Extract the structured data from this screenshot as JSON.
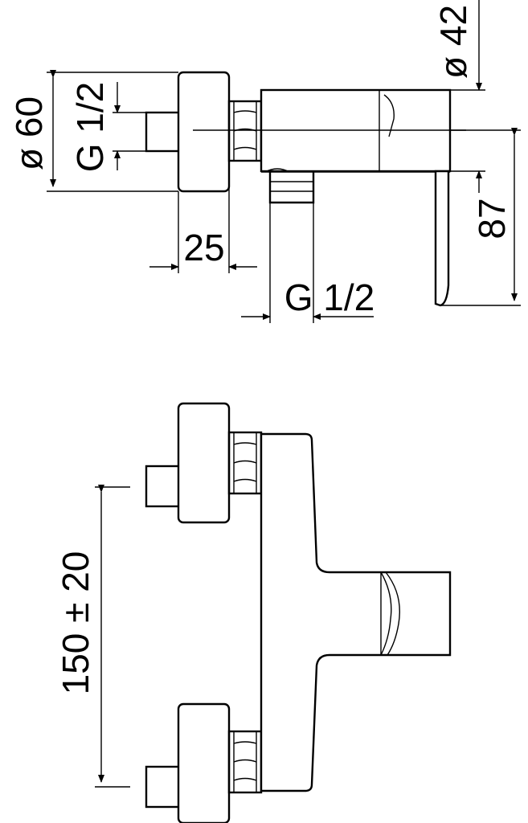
{
  "drawing": {
    "ink_color": "#000000",
    "background_color": "#ffffff",
    "side_view": {
      "dim_diameter_60": "ø 60",
      "dim_thread_inlet": "G 1/2",
      "dim_depth": "25",
      "dim_thread_outlet": "G 1/2",
      "dim_diameter_42": "ø 42",
      "dim_height": "87"
    },
    "front_view": {
      "dim_center_distance": "150 ± 20"
    }
  }
}
